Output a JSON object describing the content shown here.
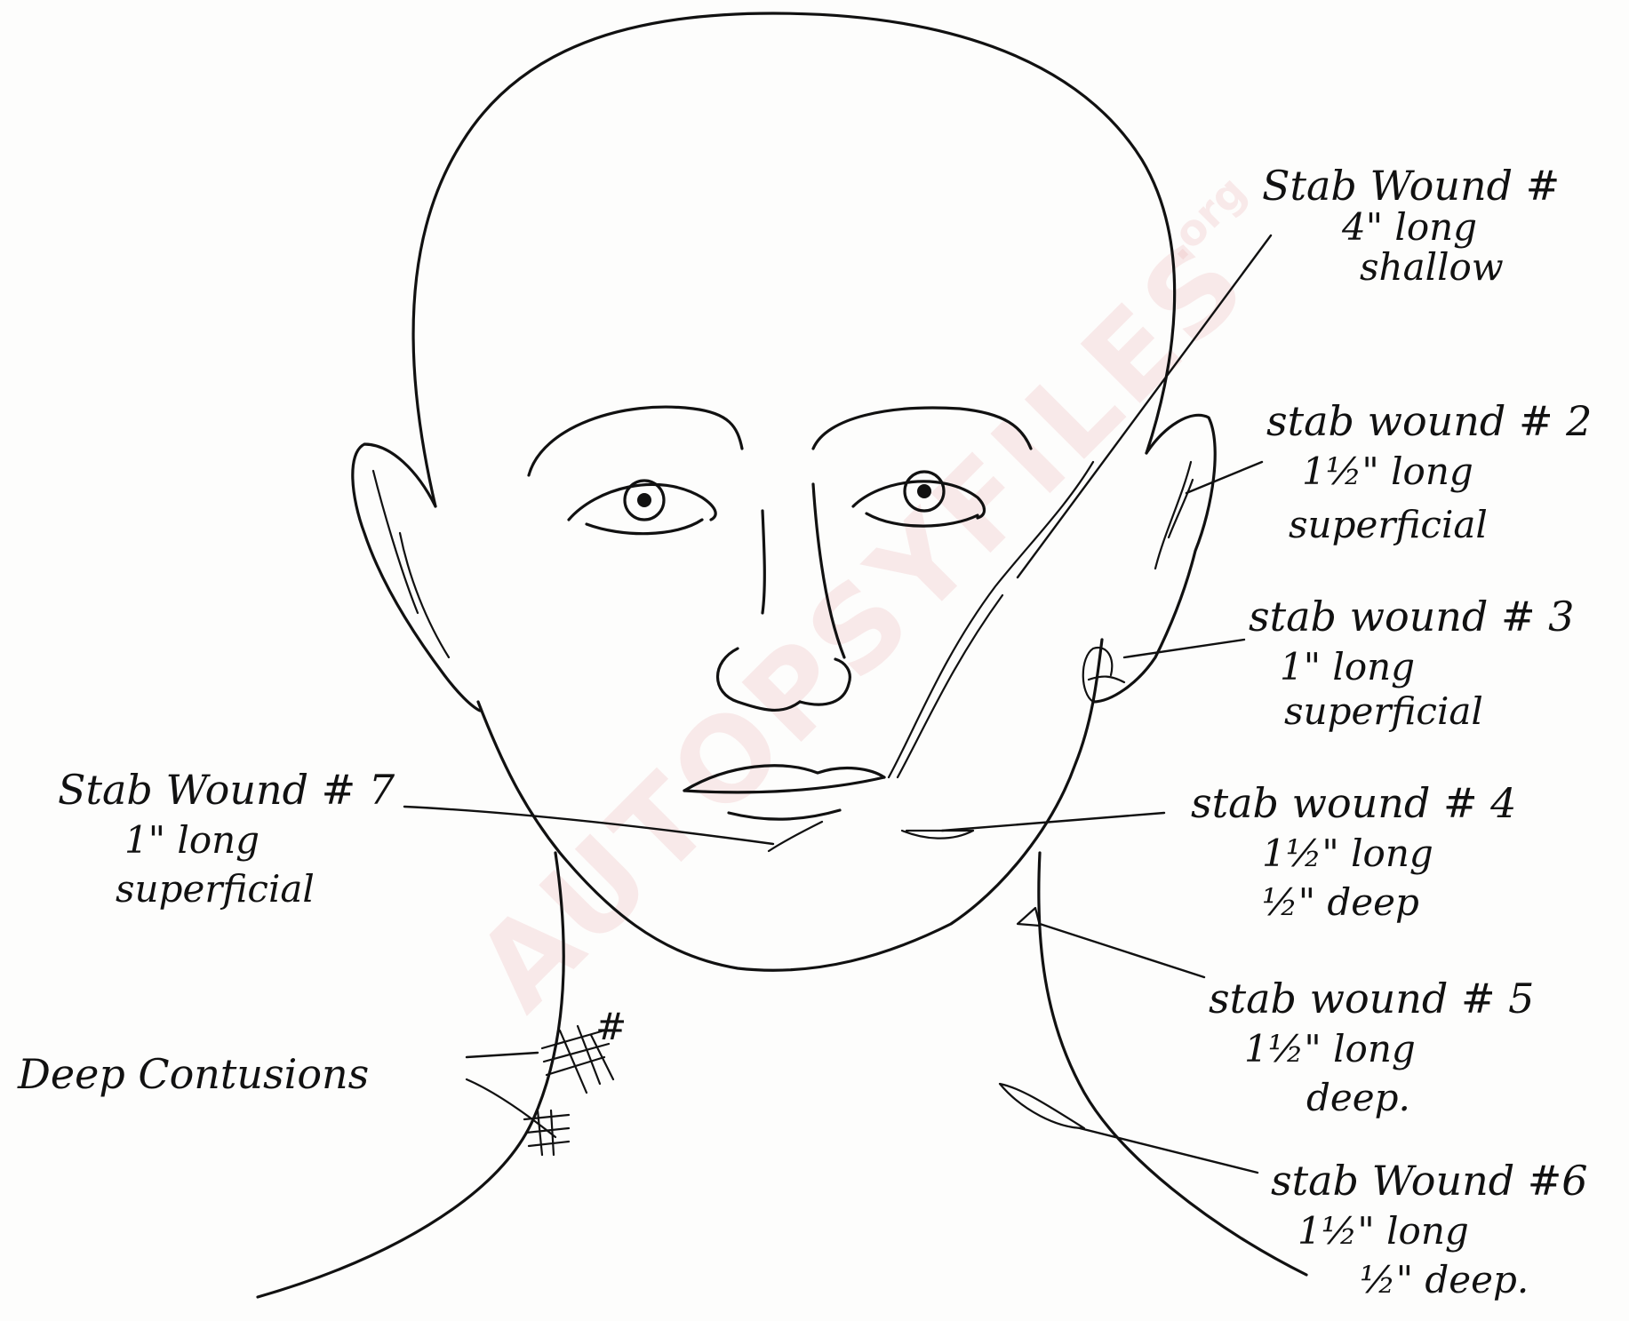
{
  "watermark": {
    "text": "AUTOPSYFILES",
    "suffix": ".org"
  },
  "labels": {
    "wound1": {
      "line1": "Stab Wound #",
      "line2": "4\" long",
      "line3": "shallow"
    },
    "wound2": {
      "line1": "stab wound # 2",
      "line2": "1½\" long",
      "line3": "superficial"
    },
    "wound3": {
      "line1": "stab wound # 3",
      "line2": "1\" long",
      "line3": "superficial"
    },
    "wound4": {
      "line1": "stab wound # 4",
      "line2": "1½\" long",
      "line3": "½\" deep"
    },
    "wound5": {
      "line1": "stab wound # 5",
      "line2": "1½\" long",
      "line3": "deep."
    },
    "wound6": {
      "line1": "stab Wound #6",
      "line2": "1½\" long",
      "line3": "½\" deep."
    },
    "wound7": {
      "line1": "Stab Wound # 7",
      "line2": "1\" long",
      "line3": "superficial"
    },
    "contusions": {
      "text": "Deep Contusions",
      "mark": "#"
    }
  }
}
